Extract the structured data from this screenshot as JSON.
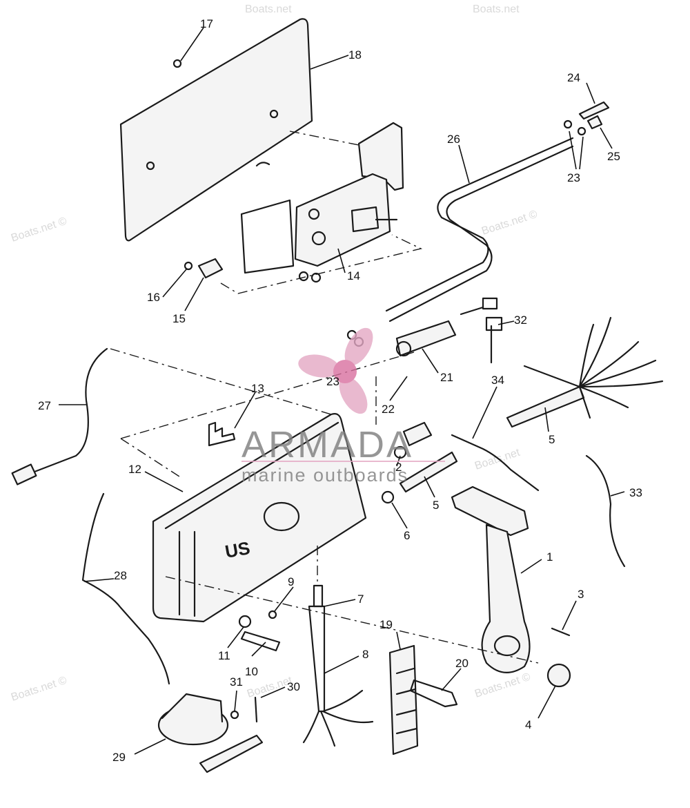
{
  "watermarks": [
    "Boats.net ©",
    "Boats.net",
    "Boats.net"
  ],
  "brand": {
    "name": "ARMADA",
    "tagline": "marine outboards",
    "accent": "#e4a8c4",
    "logo_icon": "propeller-icon"
  },
  "console_badge": "US",
  "callouts": [
    "1",
    "2",
    "3",
    "4",
    "5",
    "5",
    "6",
    "7",
    "8",
    "9",
    "10",
    "11",
    "12",
    "13",
    "14",
    "15",
    "16",
    "17",
    "18",
    "19",
    "20",
    "21",
    "22",
    "23",
    "23",
    "24",
    "25",
    "26",
    "27",
    "28",
    "29",
    "30",
    "31",
    "32",
    "33",
    "34"
  ]
}
